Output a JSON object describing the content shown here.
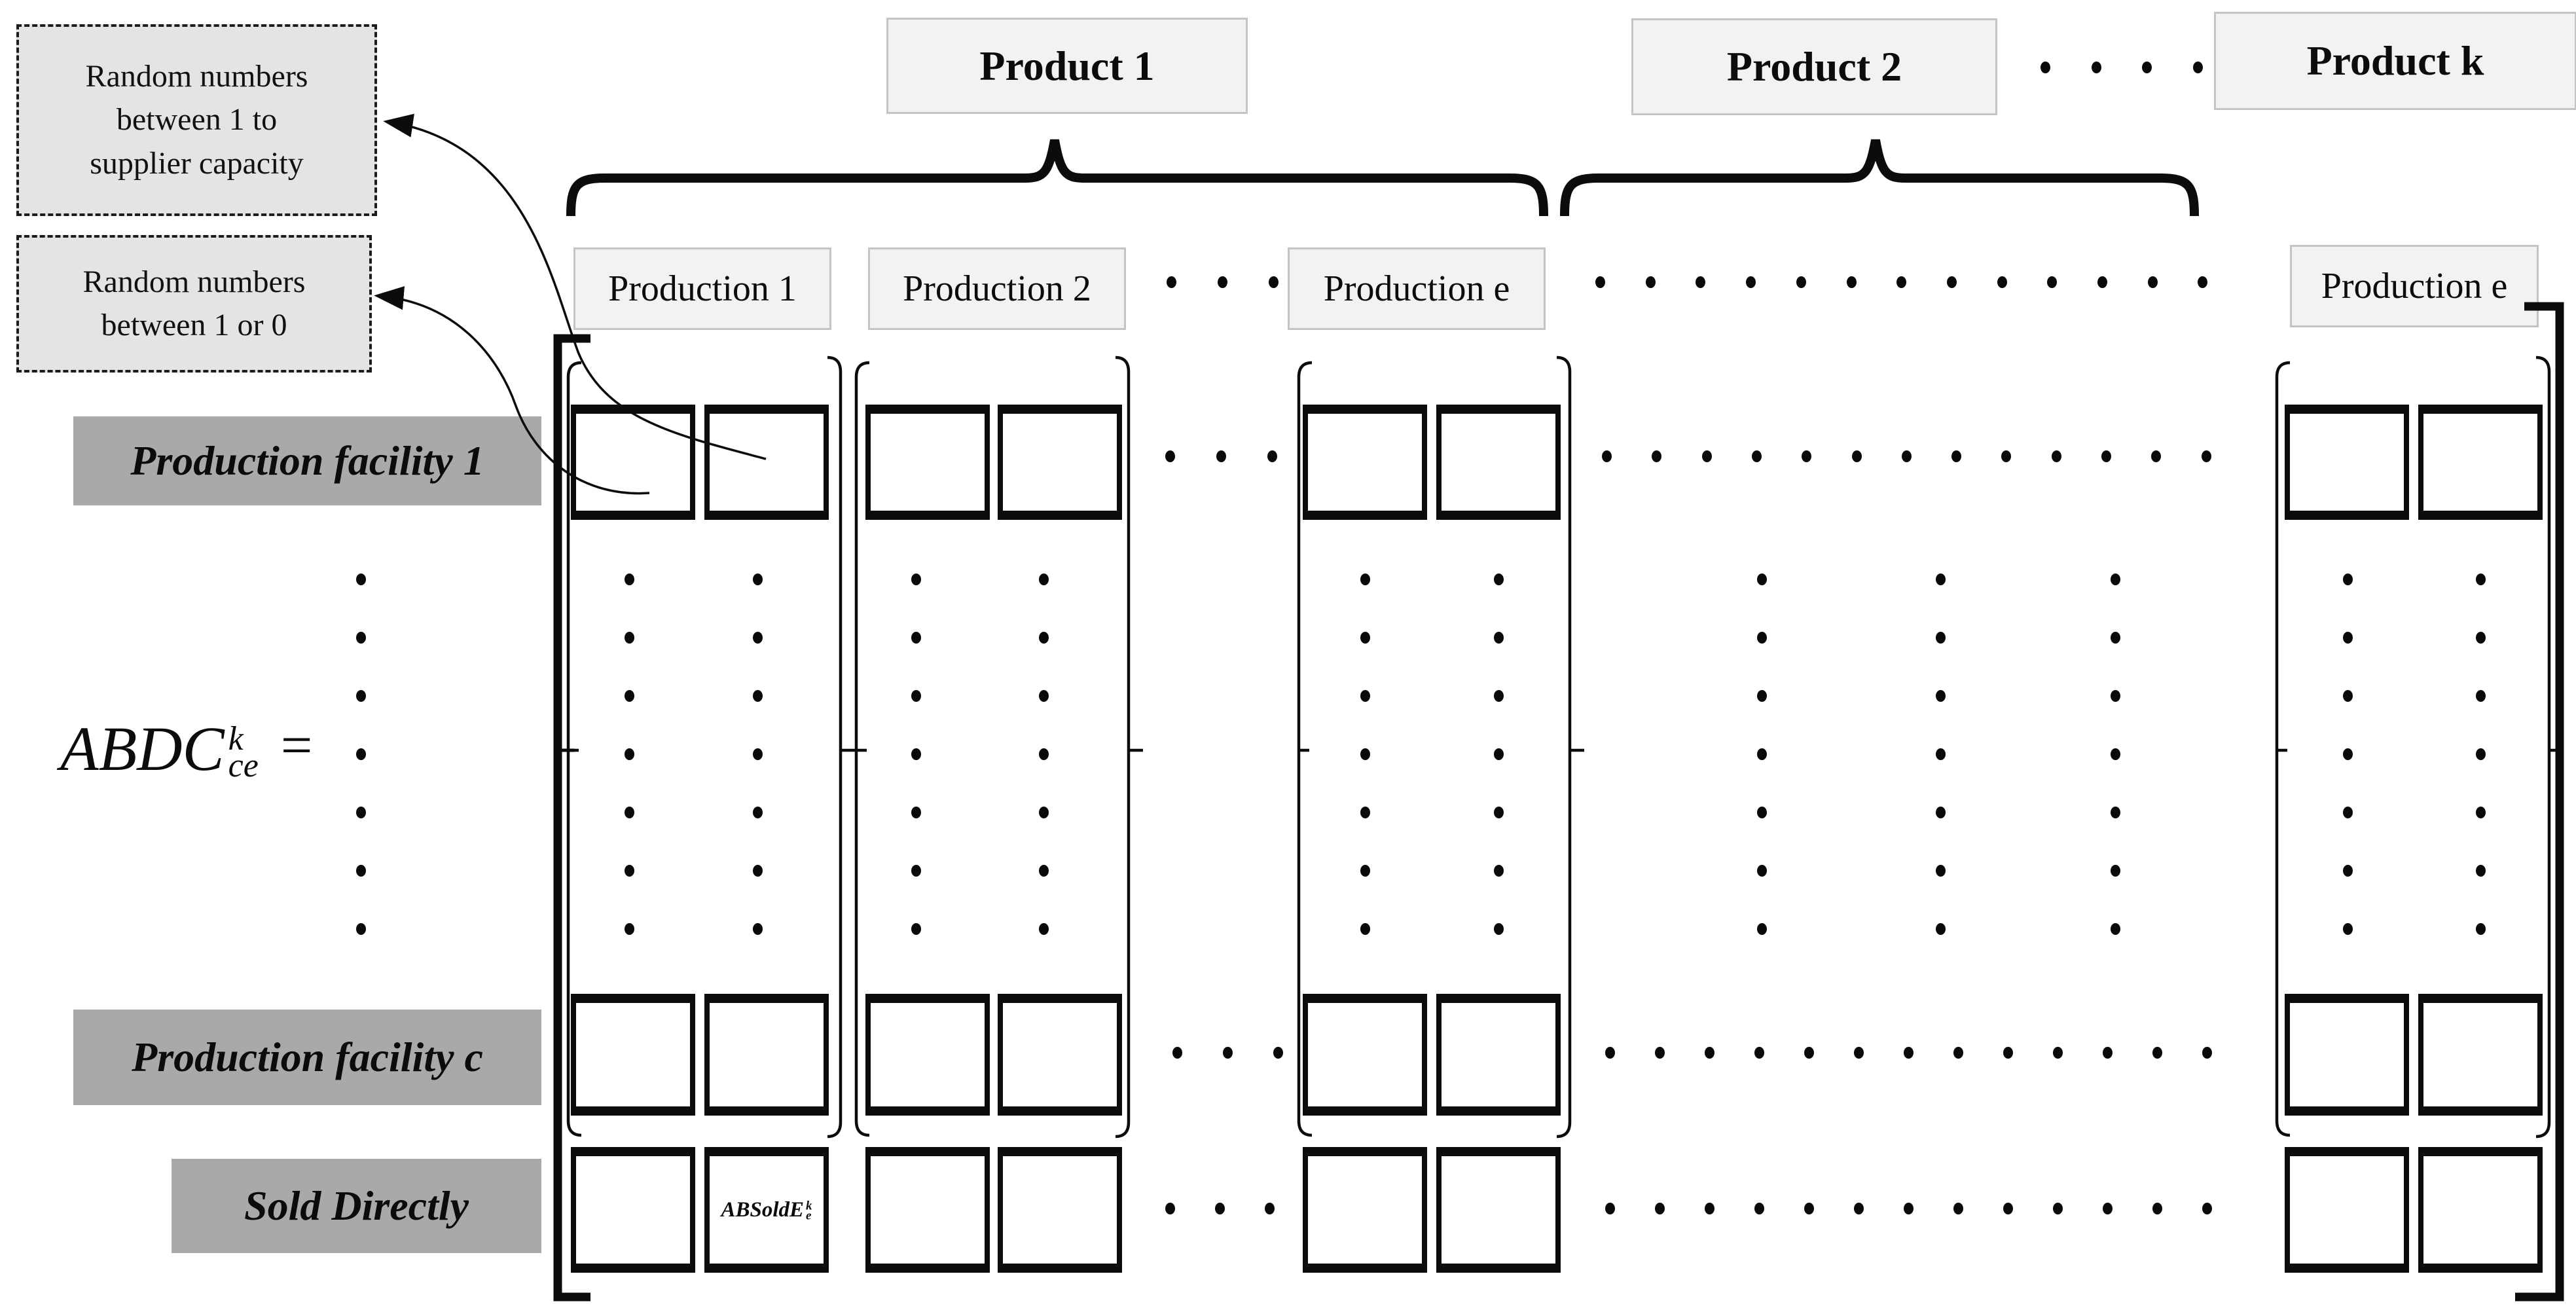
{
  "products": {
    "p1": "Product 1",
    "p2": "Product 2",
    "pk": "Product k"
  },
  "notes": {
    "supplier_capacity": {
      "lines": [
        "Random numbers",
        "between 1 to",
        "supplier capacity"
      ]
    },
    "binary": {
      "lines": [
        "Random numbers",
        "between 1 or 0"
      ]
    }
  },
  "production_headers": {
    "p1": "Production 1",
    "p2": "Production 2",
    "pe": "Production e",
    "pe_last": "Production e"
  },
  "row_labels": {
    "facility_1": "Production facility 1",
    "facility_c": "Production facility c",
    "sold_directly": "Sold Directly"
  },
  "formula": {
    "base": "ABDC",
    "sup": "k",
    "sub": "ce",
    "eq": "="
  },
  "cell_labels": {
    "absold": {
      "base": "ABSoldE",
      "sup": "k",
      "sub": "e"
    }
  },
  "colors": {
    "ink": "#0c0c0c",
    "row_label_bg": "#a9a9a9",
    "header_bg": "#f2f2f2",
    "note_bg": "#e4e4e4"
  }
}
